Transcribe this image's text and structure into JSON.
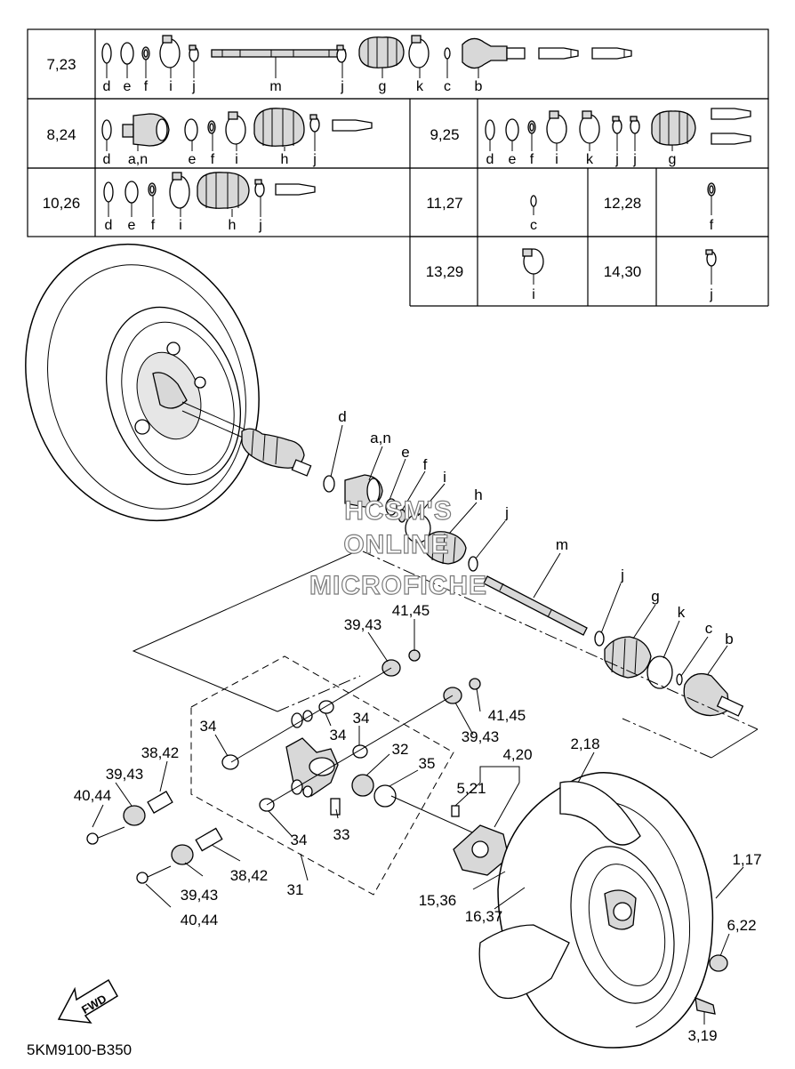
{
  "table": {
    "rows": [
      {
        "id": "7,23",
        "parts": [
          "d",
          "e",
          "f",
          "i",
          "j",
          "m",
          "j",
          "g",
          "k",
          "c",
          "b"
        ]
      },
      {
        "id": "8,24",
        "parts": [
          "d",
          "a,n",
          "e",
          "f",
          "i",
          "h",
          "j"
        ]
      },
      {
        "id": "9,25",
        "parts": [
          "d",
          "e",
          "f",
          "i",
          "k",
          "j",
          "j",
          "g"
        ]
      },
      {
        "id": "10,26",
        "parts": [
          "d",
          "e",
          "f",
          "i",
          "h",
          "j"
        ]
      },
      {
        "id": "11,27",
        "parts": [
          "c"
        ]
      },
      {
        "id": "12,28",
        "parts": [
          "f"
        ]
      },
      {
        "id": "13,29",
        "parts": [
          "i"
        ]
      },
      {
        "id": "14,30",
        "parts": [
          "j"
        ]
      }
    ]
  },
  "callouts": {
    "d": "d",
    "an": "a,n",
    "e": "e",
    "f": "f",
    "i": "i",
    "h": "h",
    "j1": "j",
    "m": "m",
    "j2": "j",
    "g": "g",
    "k": "k",
    "c": "c",
    "b": "b",
    "c4145a": "41,45",
    "c3943a": "39,43",
    "c4145b": "41,45",
    "c3943b": "39,43",
    "c34a": "34",
    "c34b": "34",
    "c34c": "34",
    "c34d": "34",
    "c3842a": "38,42",
    "c3943c": "39,43",
    "c4044a": "40,44",
    "c32": "32",
    "c35": "35",
    "c33": "33",
    "c3842b": "38,42",
    "c3943d": "39,43",
    "c4044b": "40,44",
    "c31": "31",
    "c420": "4,20",
    "c521": "5,21",
    "c218": "2,18",
    "c117": "1,17",
    "c1536": "15,36",
    "c1637": "16,37",
    "c622": "6,22",
    "c319": "3,19"
  },
  "watermark": [
    "HCSM'S",
    "ONLINE",
    "MICROFICHE"
  ],
  "fwd_label": "FWD",
  "drawing_code": "5KM9100-B350"
}
